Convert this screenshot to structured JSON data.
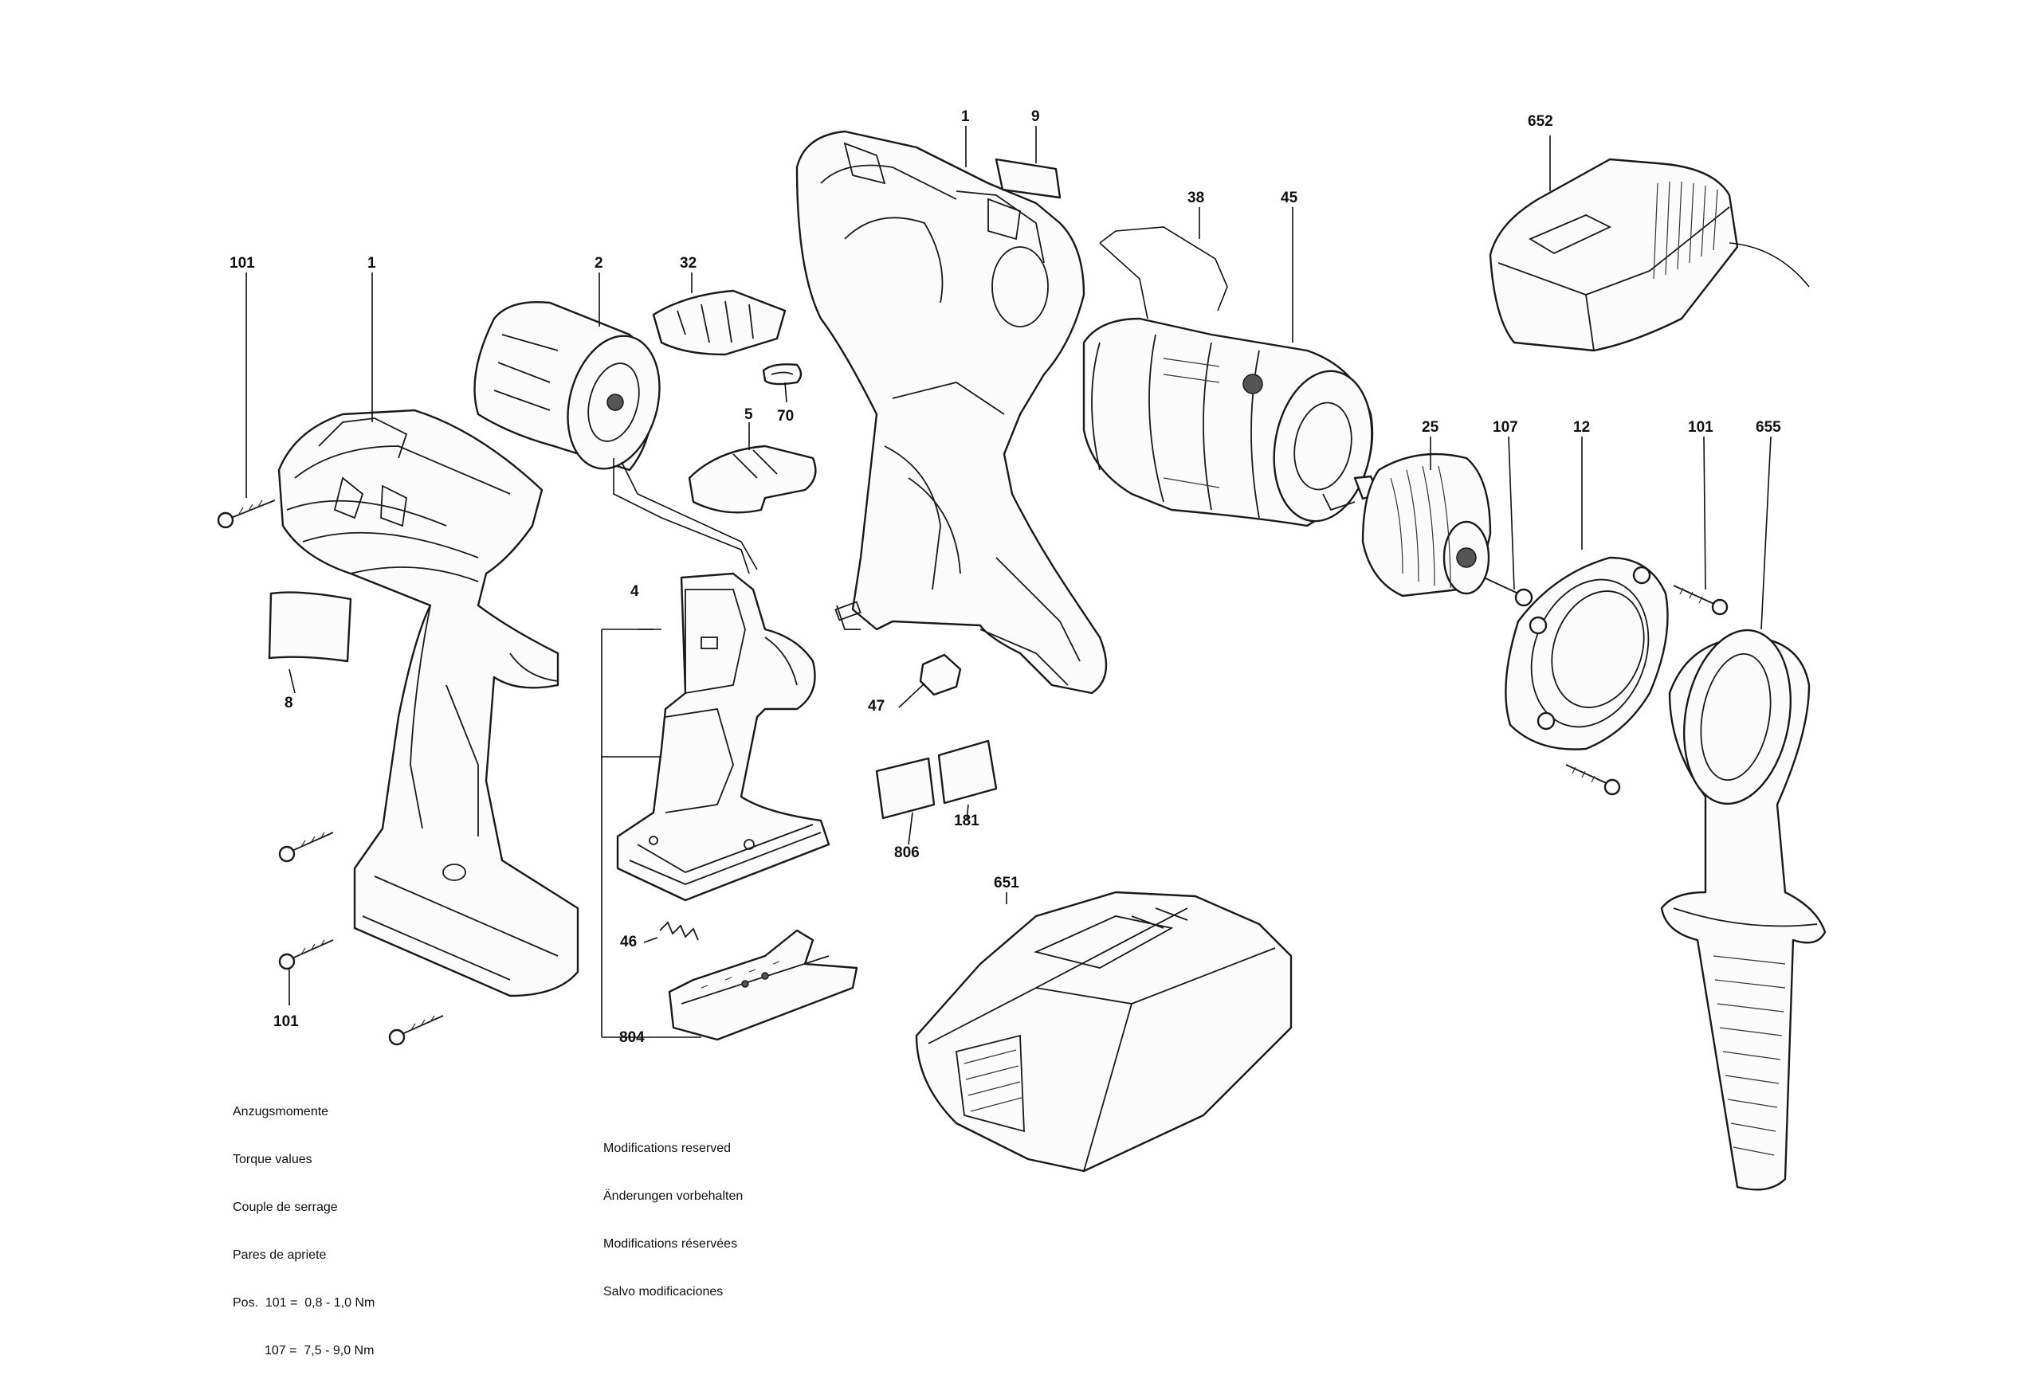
{
  "labels": {
    "screw_101_left": "101",
    "housing_left_1": "1",
    "motor_2": "2",
    "slider_32": "32",
    "clip_70": "70",
    "switch_slider_5": "5",
    "switch_4": "4",
    "label_8": "8",
    "screw_101_bottom": "101",
    "spring_46": "46",
    "contact_plate_804": "804",
    "housing_right_1": "1",
    "label_9": "9",
    "wire_38": "38",
    "gearbox_45": "45",
    "part_47": "47",
    "label_806": "806",
    "label_181": "181",
    "battery_651": "651",
    "charger_652": "652",
    "chuck_25": "25",
    "screw_107": "107",
    "ring_12": "12",
    "screw_101_right": "101",
    "handle_655": "655"
  },
  "notes": {
    "torque": [
      "Anzugsmomente",
      "Torque values",
      "Couple de serrage",
      "Pares de apriete",
      "Pos.  101 =  0,8 - 1,0 Nm",
      "         107 =  7,5 - 9,0 Nm"
    ],
    "modifications": [
      "Modifications reserved",
      "Änderungen vorbehalten",
      "Modifications réservées",
      "Salvo modificaciones"
    ]
  }
}
